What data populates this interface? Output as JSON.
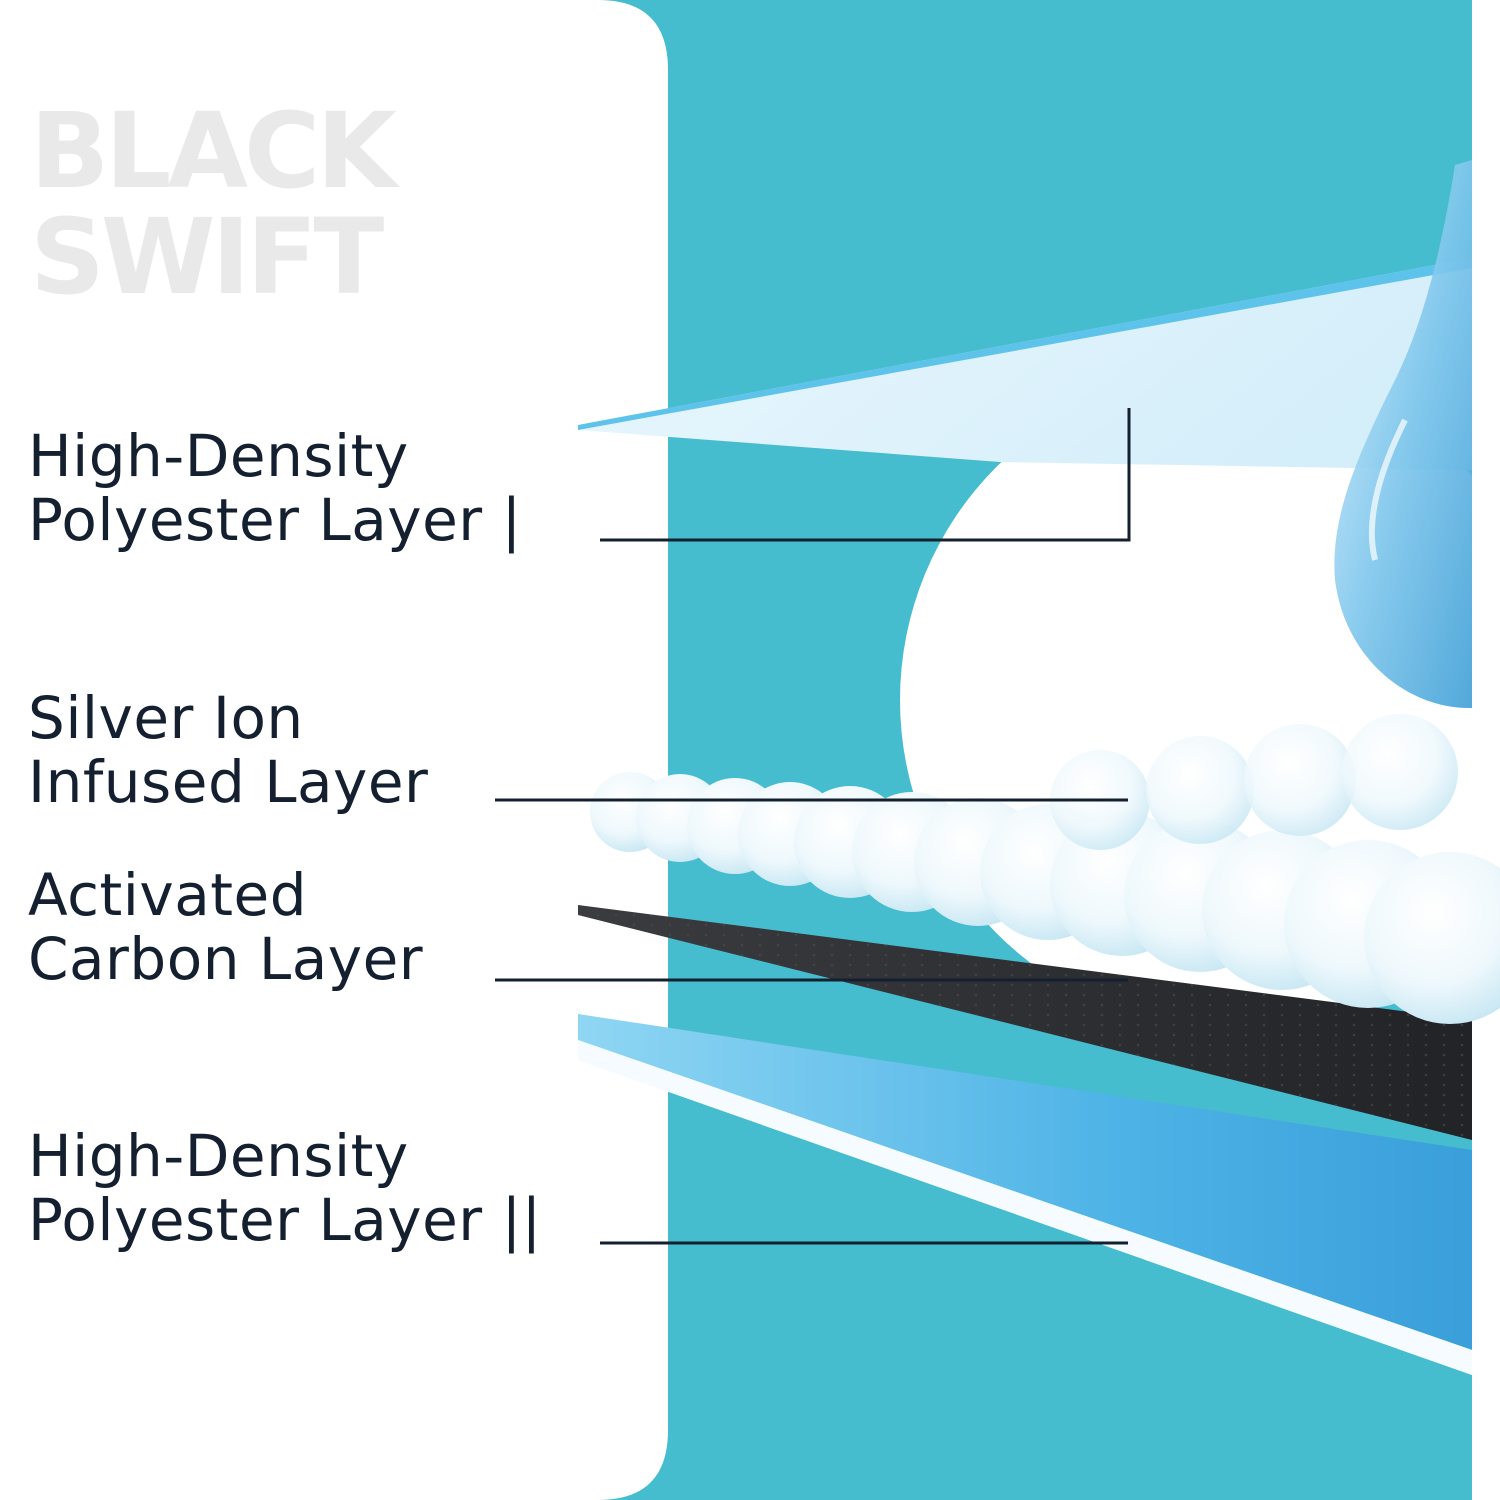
{
  "brand": {
    "line1": "BLACK",
    "line2": "SWIFT"
  },
  "layers": [
    {
      "line1": "High-Density",
      "line2": "Polyester Layer |"
    },
    {
      "line1": "Silver Ion",
      "line2": "Infused Layer"
    },
    {
      "line1": "Activated",
      "line2": "Carbon Layer"
    },
    {
      "line1": "High-Density",
      "line2": "Polyester Layer ||"
    }
  ],
  "colors": {
    "teal_background": "#46bccf",
    "panel_white": "#ffffff",
    "brand_text": "#e9e9e9",
    "label_text": "#14202f",
    "leader_line": "#14202f",
    "carbon_layer": "#2b2d30",
    "polyester_blue": "#5ec3ea"
  }
}
